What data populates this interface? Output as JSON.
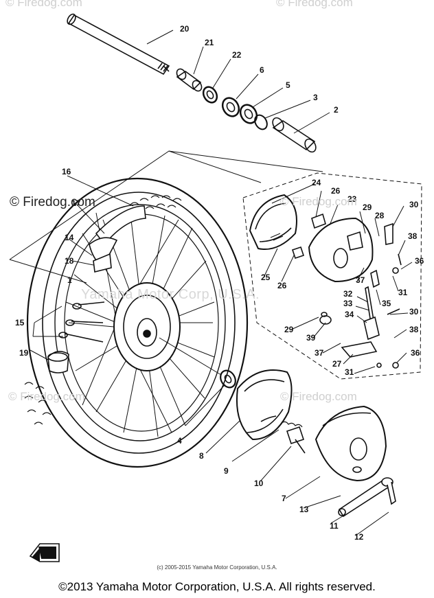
{
  "watermarks": {
    "top_left": "© Firedog.com",
    "top_right": "© Firedog.com",
    "middle_left": "© Firedog.com",
    "middle_right": "© Firedog.com",
    "lower_left": "© Firedog.com",
    "lower_right": "© Firedog.com",
    "center_registered": "Yamaha Motor Corp, U.S.A."
  },
  "copyright_small": "(c) 2005-2015 Yamaha Motor Corporation, U.S.A.",
  "copyright_main": "©2013 Yamaha Motor Corporation, U.S.A. All rights reserved.",
  "diagram": {
    "callouts": [
      "20",
      "21",
      "22",
      "6",
      "5",
      "3",
      "2",
      "16",
      "17",
      "14",
      "18",
      "1",
      "15",
      "19",
      "24",
      "26",
      "23",
      "29",
      "30",
      "28",
      "38",
      "36",
      "25",
      "26",
      "37",
      "31",
      "32",
      "33",
      "35",
      "30",
      "34",
      "29",
      "39",
      "38",
      "37",
      "27",
      "36",
      "31",
      "4",
      "8",
      "9",
      "10",
      "7",
      "13",
      "11",
      "12"
    ]
  }
}
